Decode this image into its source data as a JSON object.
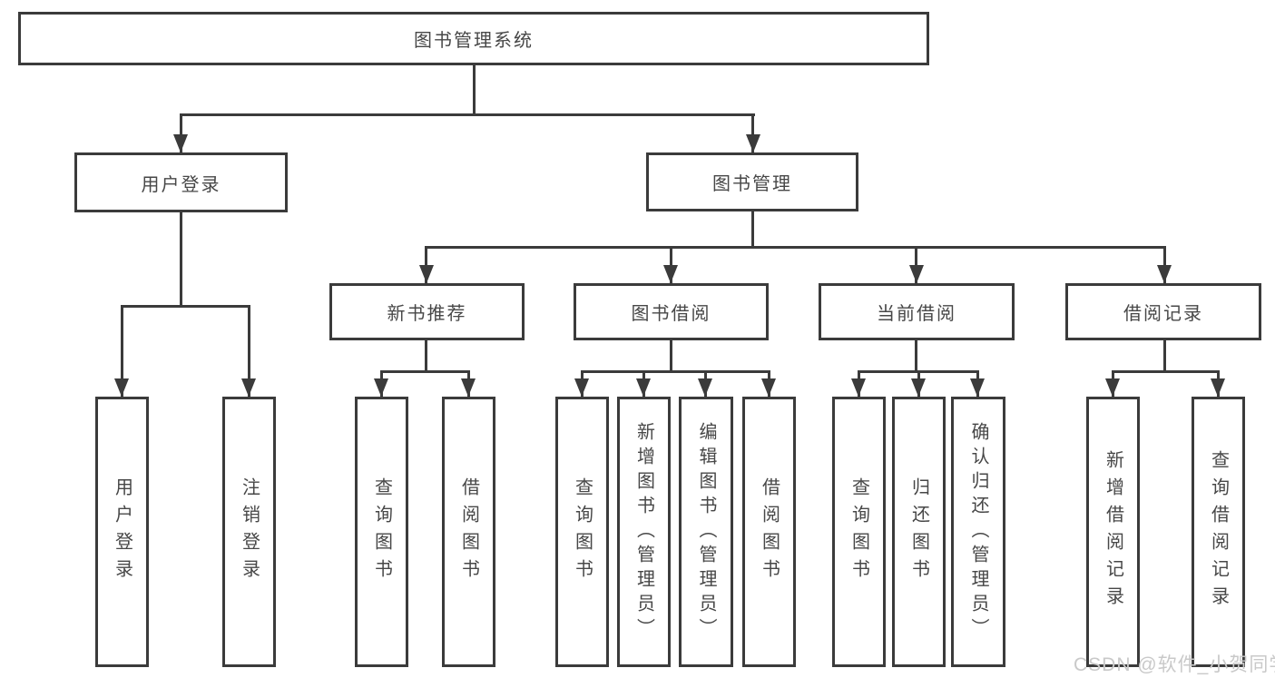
{
  "diagram": {
    "root": "图书管理系统",
    "branches": [
      {
        "label": "用户登录",
        "children": [
          "用户登录",
          "注销登录"
        ]
      },
      {
        "label": "图书管理",
        "children": [
          {
            "label": "新书推荐",
            "children": [
              "查询图书",
              "借阅图书"
            ]
          },
          {
            "label": "图书借阅",
            "children": [
              "查询图书",
              "新增图书（管理员）",
              "编辑图书（管理员）",
              "借阅图书"
            ]
          },
          {
            "label": "当前借阅",
            "children": [
              "查询图书",
              "归还图书",
              "确认归还（管理员）"
            ]
          },
          {
            "label": "借阅记录",
            "children": [
              "新增借阅记录",
              "查询借阅记录"
            ]
          }
        ]
      }
    ]
  },
  "watermark": {
    "text": "CSDN @软件_小贺同学"
  },
  "colors": {
    "line": "#3b3b3b",
    "text": "#474747",
    "watermark": "#c9c9c9",
    "background": "#ffffff"
  }
}
